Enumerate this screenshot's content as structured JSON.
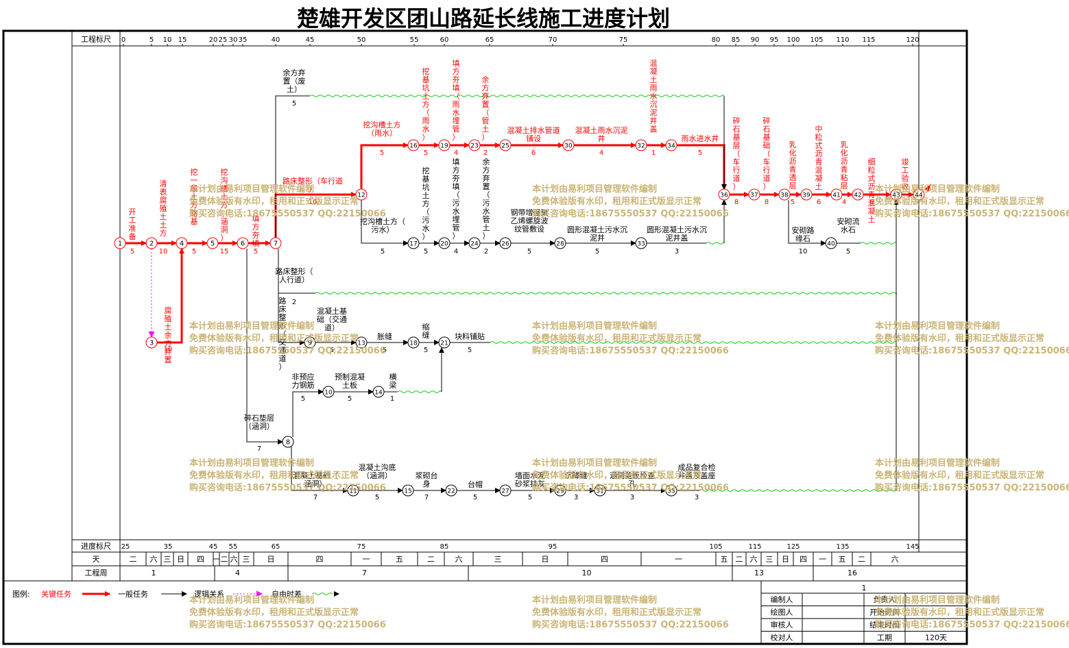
{
  "title": "楚雄开发区团山路延长线施工进度计划",
  "scale": {
    "label": "工程标尺",
    "ticks": [
      "0",
      "5",
      "10",
      "15",
      "20",
      "25",
      "30",
      "35",
      "40",
      "45",
      "50",
      "55",
      "60",
      "65",
      "70",
      "75",
      "80",
      "85",
      "90",
      "95",
      "100",
      "105",
      "110",
      "115",
      "120"
    ]
  },
  "progress_scale": {
    "label": "进度标尺",
    "ticks": [
      "25",
      "35",
      "45",
      "55",
      "65",
      "75",
      "85",
      "95",
      "105",
      "115",
      "125",
      "135",
      "145"
    ]
  },
  "day_row": {
    "label": "天",
    "cells": [
      "二",
      "六",
      "三",
      "日",
      "四",
      "一",
      "二",
      "六",
      "三",
      "日",
      "四",
      "一",
      "五",
      "二",
      "六",
      "三",
      "日",
      "四",
      "一",
      "五",
      "二",
      "六",
      "三",
      "日",
      "四",
      "一",
      "五",
      "二",
      "六"
    ]
  },
  "week_row": {
    "label": "工程周",
    "cells": [
      "1",
      "4",
      "7",
      "10",
      "13",
      "16"
    ]
  },
  "nodes": [
    "1",
    "2",
    "3",
    "4",
    "5",
    "6",
    "7",
    "8",
    "9",
    "10",
    "11",
    "12",
    "13",
    "14",
    "15",
    "16",
    "17",
    "18",
    "19",
    "20",
    "21",
    "22",
    "23",
    "24",
    "25",
    "26",
    "27",
    "28",
    "29",
    "30",
    "31",
    "32",
    "33",
    "34",
    "35",
    "36",
    "37",
    "38",
    "39",
    "40",
    "41",
    "42",
    "43",
    "44"
  ],
  "tasks": [
    {
      "name": "开工准备",
      "dur": "5"
    },
    {
      "name": "清表腐殖土土方",
      "dur": "10"
    },
    {
      "name": "腐殖土余方弃置",
      "dur": "10"
    },
    {
      "name": "挖一般土方路基",
      "dur": "5"
    },
    {
      "name": "挖沟槽土方（涵洞）",
      "dur": "15"
    },
    {
      "name": "填方夯填",
      "dur": "5"
    },
    {
      "name": "余方弃置（废土）",
      "dur": "5"
    },
    {
      "name": "路床整形（车行道）",
      "dur": "10"
    },
    {
      "name": "挖沟槽土方（雨水）",
      "dur": "5"
    },
    {
      "name": "挖基坑土方（雨水）",
      "dur": "5"
    },
    {
      "name": "填方夯填（雨水埋管）",
      "dur": "4"
    },
    {
      "name": "余方弃置（管土）",
      "dur": "2"
    },
    {
      "name": "混凝土排水管道铺设",
      "dur": "6"
    },
    {
      "name": "混凝土雨水沉泥井",
      "dur": "4"
    },
    {
      "name": "混凝土雨水沉泥井盖",
      "dur": "1"
    },
    {
      "name": "雨水进水井",
      "dur": "5"
    },
    {
      "name": "挖沟槽土方（污水）",
      "dur": "5"
    },
    {
      "name": "挖基坑土方（污水）",
      "dur": "5"
    },
    {
      "name": "填方夯填（污水埋管）",
      "dur": "4"
    },
    {
      "name": "余方弃置（污水管土）",
      "dur": "2"
    },
    {
      "name": "钢带增强聚乙烯螺旋波纹管敷设",
      "dur": "5"
    },
    {
      "name": "圆形混凝土污水沉泥井",
      "dur": "5"
    },
    {
      "name": "圆形混凝土污水沉泥井盖",
      "dur": "3"
    },
    {
      "name": "碎石基层（车行道）",
      "dur": "8"
    },
    {
      "name": "碎石基础（车行道）",
      "dur": "8"
    },
    {
      "name": "乳化沥青透层",
      "dur": "5"
    },
    {
      "name": "中粒式沥青混凝土",
      "dur": "6"
    },
    {
      "name": "乳化沥青粘层",
      "dur": "4"
    },
    {
      "name": "细粒式沥青混凝土",
      "dur": "6"
    },
    {
      "name": "竣工验收",
      "dur": ""
    },
    {
      "name": "安砌路缘石",
      "dur": "10"
    },
    {
      "name": "安砌流水石",
      "dur": "5"
    },
    {
      "name": "路床整形（人行道）",
      "dur": "2"
    },
    {
      "name": "路床整形（交通道）",
      "dur": "5"
    },
    {
      "name": "混凝土基础（交通道）",
      "dur": "5"
    },
    {
      "name": "胀缝",
      "dur": "5"
    },
    {
      "name": "缩缝",
      "dur": "5"
    },
    {
      "name": "块料铺贴",
      "dur": "5"
    },
    {
      "name": "非预应力钢筋",
      "dur": "5"
    },
    {
      "name": "预制混凝土板",
      "dur": "5"
    },
    {
      "name": "横梁",
      "dur": "1"
    },
    {
      "name": "碎石垫层（涵洞）",
      "dur": "7"
    },
    {
      "name": "混凝土基础（涵洞）",
      "dur": "7"
    },
    {
      "name": "混凝土沟底（涵洞）",
      "dur": "5"
    },
    {
      "name": "浆砌台身",
      "dur": "7"
    },
    {
      "name": "台帽",
      "dur": "5"
    },
    {
      "name": "墙面水泥砂浆抹灰",
      "dur": "5"
    },
    {
      "name": "沉降缝",
      "dur": "3"
    },
    {
      "name": "涵洞盖板检查孔",
      "dur": "3"
    },
    {
      "name": "成品复合检井盖及盖座",
      "dur": "3"
    }
  ],
  "legend": {
    "label": "图例:",
    "critical": "关键任务",
    "normal": "一般任务",
    "logic": "逻辑关系",
    "float": "自由时差"
  },
  "info_table": {
    "sheet": "1",
    "rows": [
      [
        "编制人",
        "",
        "负责人",
        ""
      ],
      [
        "绘图人",
        "",
        "开始时间",
        ""
      ],
      [
        "审核人",
        "",
        "结束时间",
        ""
      ],
      [
        "校对人",
        "",
        "工期",
        "120天"
      ]
    ]
  },
  "watermark": [
    "本计划由易利项目管理软件编制",
    "免费体验版有水印，租用和正式版显示正常",
    "购买咨询电话:18675550537 QQ:22150066"
  ],
  "colors": {
    "critical": "#ff0000",
    "normal": "#000000",
    "float": "#00cc00",
    "logic": "#ff00ff",
    "watermark": "#c8b070"
  }
}
